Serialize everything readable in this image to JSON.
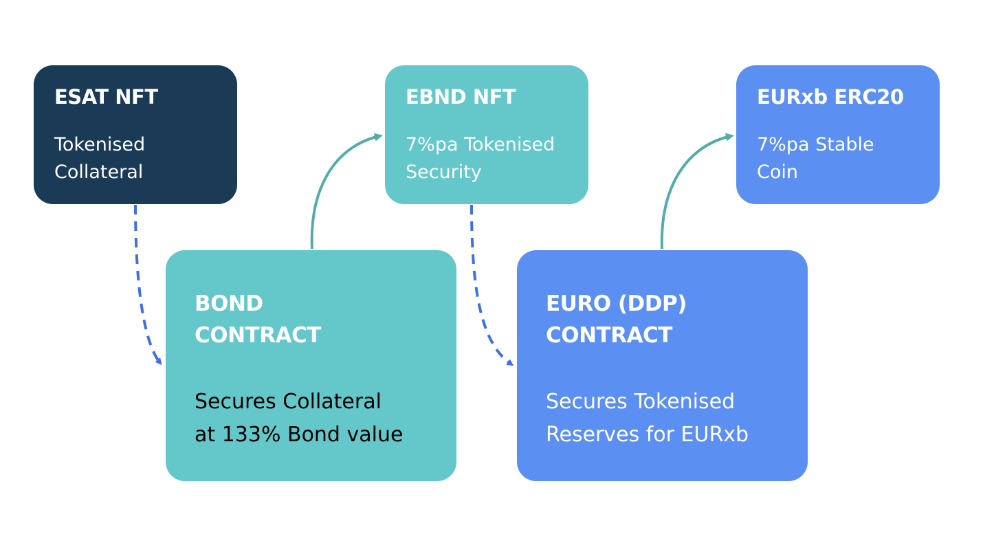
{
  "colors": {
    "navy": "#1a3a56",
    "teal": "#64c8ca",
    "blue": "#5b8ff2",
    "arrow_teal": "#52ada8",
    "arrow_blue": "#3f6fe6"
  },
  "nodes": {
    "esat": {
      "title": "ESAT NFT",
      "body": "Tokenised\nCollateral"
    },
    "ebnd": {
      "title": "EBND NFT",
      "body": "7%pa Tokenised\nSecurity"
    },
    "eurxb": {
      "title": "EURxb ERC20",
      "body": "7%pa Stable\nCoin"
    },
    "bond": {
      "title": "BOND\nCONTRACT",
      "body": "Secures Collateral\nat 133% Bond value"
    },
    "euro": {
      "title": "EURO (DDP)\nCONTRACT",
      "body": "Secures Tokenised\nReserves for EURxb"
    }
  }
}
